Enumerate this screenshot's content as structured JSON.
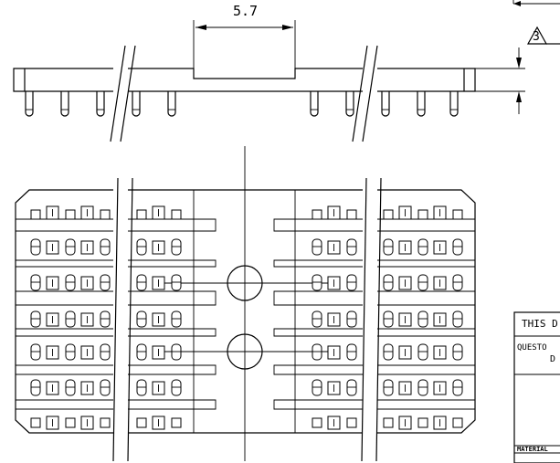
{
  "drawing": {
    "dimension_top": "5.7",
    "revision_marker": "3",
    "title_block": {
      "line1": "THIS D",
      "line2": "QUESTO",
      "line3": "D",
      "material_label": "MATERIAL"
    }
  }
}
